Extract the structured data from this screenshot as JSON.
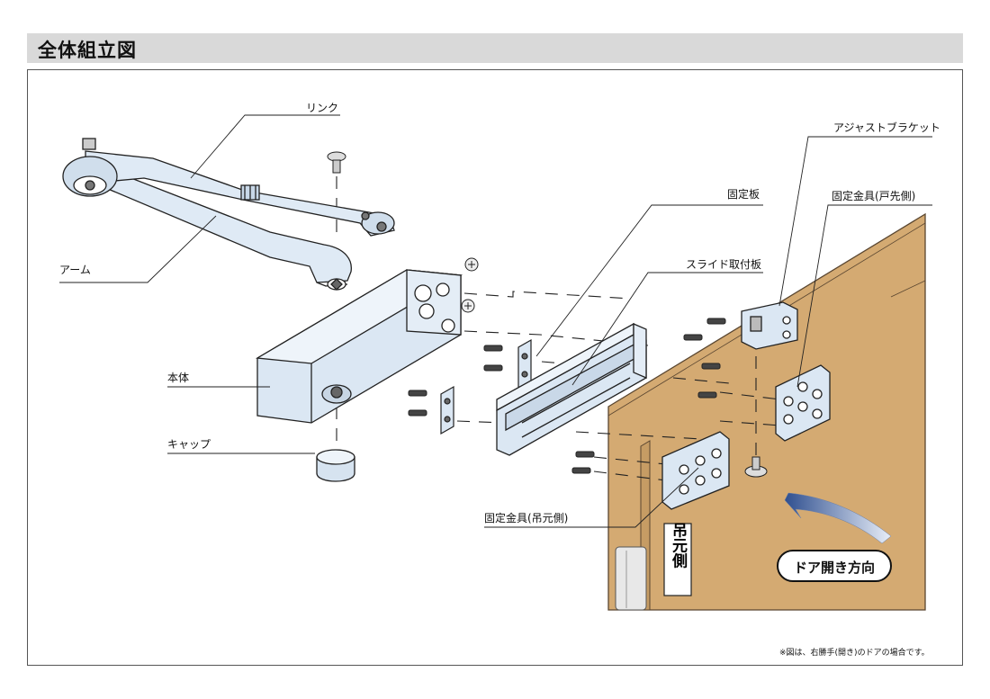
{
  "header": {
    "title": "全体組立図"
  },
  "labels": {
    "link": "リンク",
    "arm": "アーム",
    "body": "本体",
    "cap": "キャップ",
    "fixed_plate": "固定板",
    "slide_plate": "スライド取付板",
    "adjust_bracket": "アジャストブラケット",
    "fitting_door_side": "固定金具(戸先側)",
    "fitting_hinge_side": "固定金具(吊元側)"
  },
  "door": {
    "hinge_side_sign": "吊元側",
    "direction_badge": "ドア開き方向"
  },
  "footnote": "※図は、右勝手(開き)のドアの場合です。"
}
